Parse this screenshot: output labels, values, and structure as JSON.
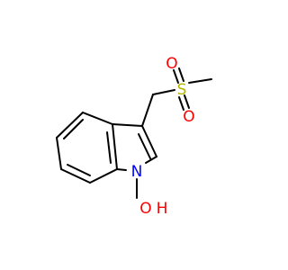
{
  "molecule": {
    "atoms": {
      "sulfur": {
        "symbol": "S",
        "color": "#b5b500"
      },
      "oxygen_top": {
        "symbol": "O",
        "color": "#ff0000"
      },
      "oxygen_bottom": {
        "symbol": "O",
        "color": "#ff0000"
      },
      "nitrogen": {
        "symbol": "N",
        "color": "#0000ff"
      },
      "hydroxyl_oxygen": {
        "symbol": "O",
        "color": "#ff0000"
      },
      "hydroxyl_hydrogen": {
        "symbol": "H",
        "color": "#ff0000"
      }
    },
    "bond_color": "#000000"
  }
}
